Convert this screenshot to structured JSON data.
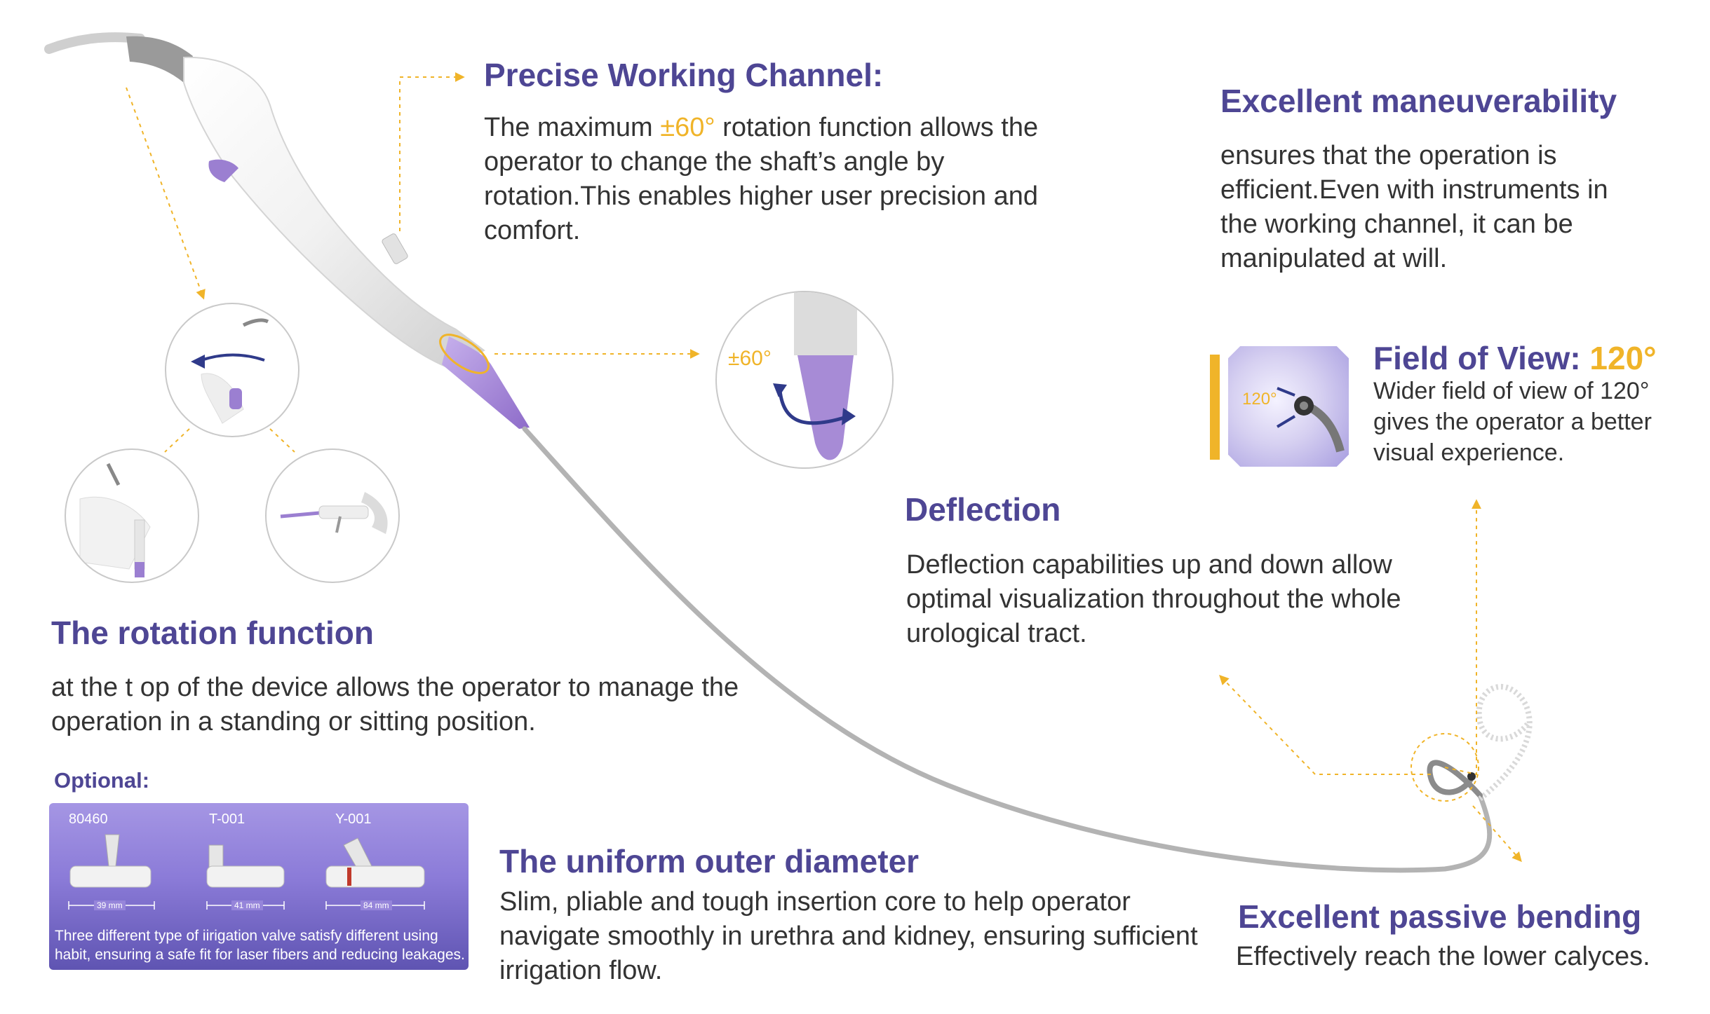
{
  "precise_channel": {
    "title": "Precise Working Channel:",
    "text_pre": "The maximum ",
    "text_accent": "±60°",
    "text_post": " rotation function allows the operator to change the shaft’s angle by rotation.This enables higher user precision and comfort."
  },
  "maneuverability": {
    "title": "Excellent maneuverability",
    "text": "ensures that the operation is efficient.Even with instruments in the working channel, it can be manipulated at will."
  },
  "field_of_view": {
    "title": "Field of View: ",
    "value": "120°",
    "text": "Wider field of view of 120° gives the operator a better visual experience.",
    "icon_label": "120°"
  },
  "deflection": {
    "title": "Deflection",
    "text": "Deflection capabilities up and down allow optimal visualization throughout the whole urological tract."
  },
  "rotation": {
    "title": "The rotation function",
    "text": "at the t op of the device allows the operator to manage the operation in a standing or sitting position."
  },
  "rotation_detail": {
    "label": "±60°"
  },
  "optional": {
    "title": "Optional:",
    "items": [
      {
        "code": "80460",
        "measure": "39 mm"
      },
      {
        "code": "T-001",
        "measure": "41 mm"
      },
      {
        "code": "Y-001",
        "measure": "84 mm"
      }
    ],
    "caption": "Three different type of iirigation valve satisfy different using habit, ensuring a safe fit for laser fibers and reducing leakages."
  },
  "uniform_diameter": {
    "title": "The uniform outer diameter",
    "text": "Slim, pliable and tough insertion core to help operator navigate smoothly in urethra and kidney, ensuring sufficient irrigation flow."
  },
  "passive_bending": {
    "title": "Excellent passive bending",
    "text": "Effectively reach the lower calyces."
  },
  "colors": {
    "heading": "#4e4694",
    "accent": "#f0b429",
    "lavender": "#a68ad8",
    "body": "#333333"
  }
}
